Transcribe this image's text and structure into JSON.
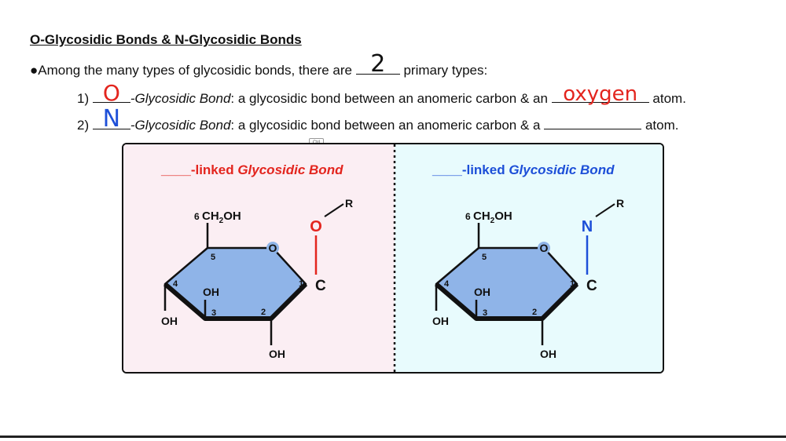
{
  "header": {
    "title": "O-Glycosidic Bonds & N-Glycosidic Bonds"
  },
  "intro": {
    "bullet": "●",
    "text_before": "Among the many types of glycosidic bonds, there are",
    "answer": "2",
    "text_after": "primary types:"
  },
  "items": [
    {
      "number": "1)",
      "answer": "O",
      "italic_term": "-Glycosidic Bond",
      "description": ": a glycosidic bond between an anomeric carbon & an",
      "blank_answer": "oxygen",
      "tail": "atom."
    },
    {
      "number": "2)",
      "answer": "N",
      "italic_term": "-Glycosidic Bond",
      "description": ": a glycosidic bond between an anomeric carbon & a",
      "blank_answer": "",
      "tail": "atom."
    }
  ],
  "ui": {
    "ctrl_label": "Ctrl"
  },
  "diagrams": {
    "left": {
      "title_prefix": "____-linked ",
      "title_italic": "Glycosidic Bond",
      "heteroatom": "O",
      "bg_color": "#fbeef3",
      "title_color": "#e3251e",
      "heteroatom_color": "#e3251e",
      "bond_color": "#e3251e"
    },
    "right": {
      "title_prefix": "____-linked ",
      "title_italic": "Glycosidic Bond",
      "heteroatom": "N",
      "bg_color": "#e8fbfd",
      "title_color": "#1d4fd8",
      "heteroatom_color": "#1d4fd8",
      "bond_color": "#1d4fd8"
    },
    "ring": {
      "fill_color": "#8fb4e8",
      "ch2oh_num": "6",
      "ch2oh": "CH",
      "ch2oh_sub": "2",
      "ch2oh_tail": "OH",
      "ring_oxygen": "O",
      "r_group": "R",
      "anomeric_c": "C",
      "c1": "1",
      "c2": "2",
      "c3": "3",
      "c4": "4",
      "c5": "5",
      "oh_c3": "OH",
      "oh_c4": "OH",
      "oh_c2": "OH"
    }
  }
}
